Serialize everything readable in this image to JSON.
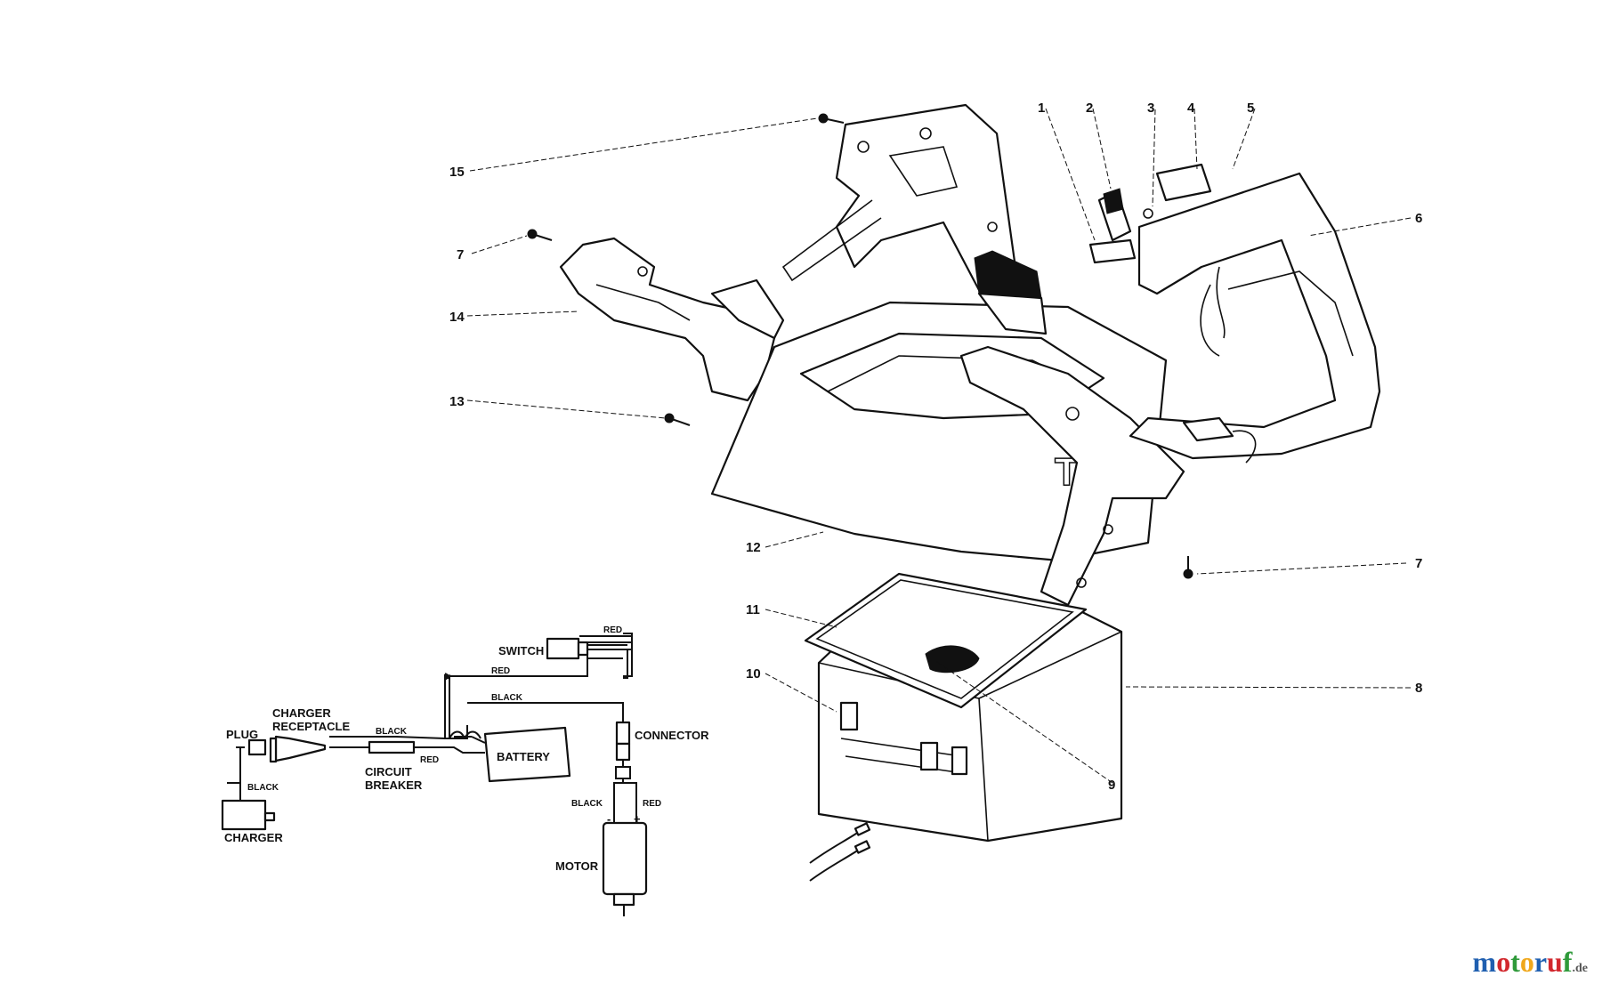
{
  "callouts": {
    "c1": "1",
    "c2": "2",
    "c3": "3",
    "c4": "4",
    "c5": "5",
    "c6": "6",
    "c7a": "7",
    "c7b": "7",
    "c8": "8",
    "c9": "9",
    "c10": "10",
    "c11": "11",
    "c12": "12",
    "c13": "13",
    "c14": "14",
    "c15": "15"
  },
  "wiring": {
    "switch": "SWITCH",
    "red_top": "RED",
    "red_mid": "RED",
    "black_mid": "BLACK",
    "connector": "CONNECTOR",
    "charger_receptacle_1": "CHARGER",
    "charger_receptacle_2": "RECEPTACLE",
    "plug": "PLUG",
    "black_left": "BLACK",
    "battery": "BATTERY",
    "red_low": "RED",
    "circuit_breaker_1": "CIRCUIT",
    "circuit_breaker_2": "BREAKER",
    "black_plug": "BLACK",
    "charger": "CHARGER",
    "black_motor": "BLACK",
    "red_motor": "RED",
    "minus": "-",
    "plus": "+",
    "motor": "MOTOR"
  },
  "body_lettering": "TO",
  "watermark": {
    "brand": "motoruf",
    "tld": ".de",
    "colors": [
      "#1f5fb0",
      "#d2282e",
      "#2f9a3a",
      "#f0a81c",
      "#1f5fb0",
      "#d2282e",
      "#2f9a3a"
    ]
  }
}
